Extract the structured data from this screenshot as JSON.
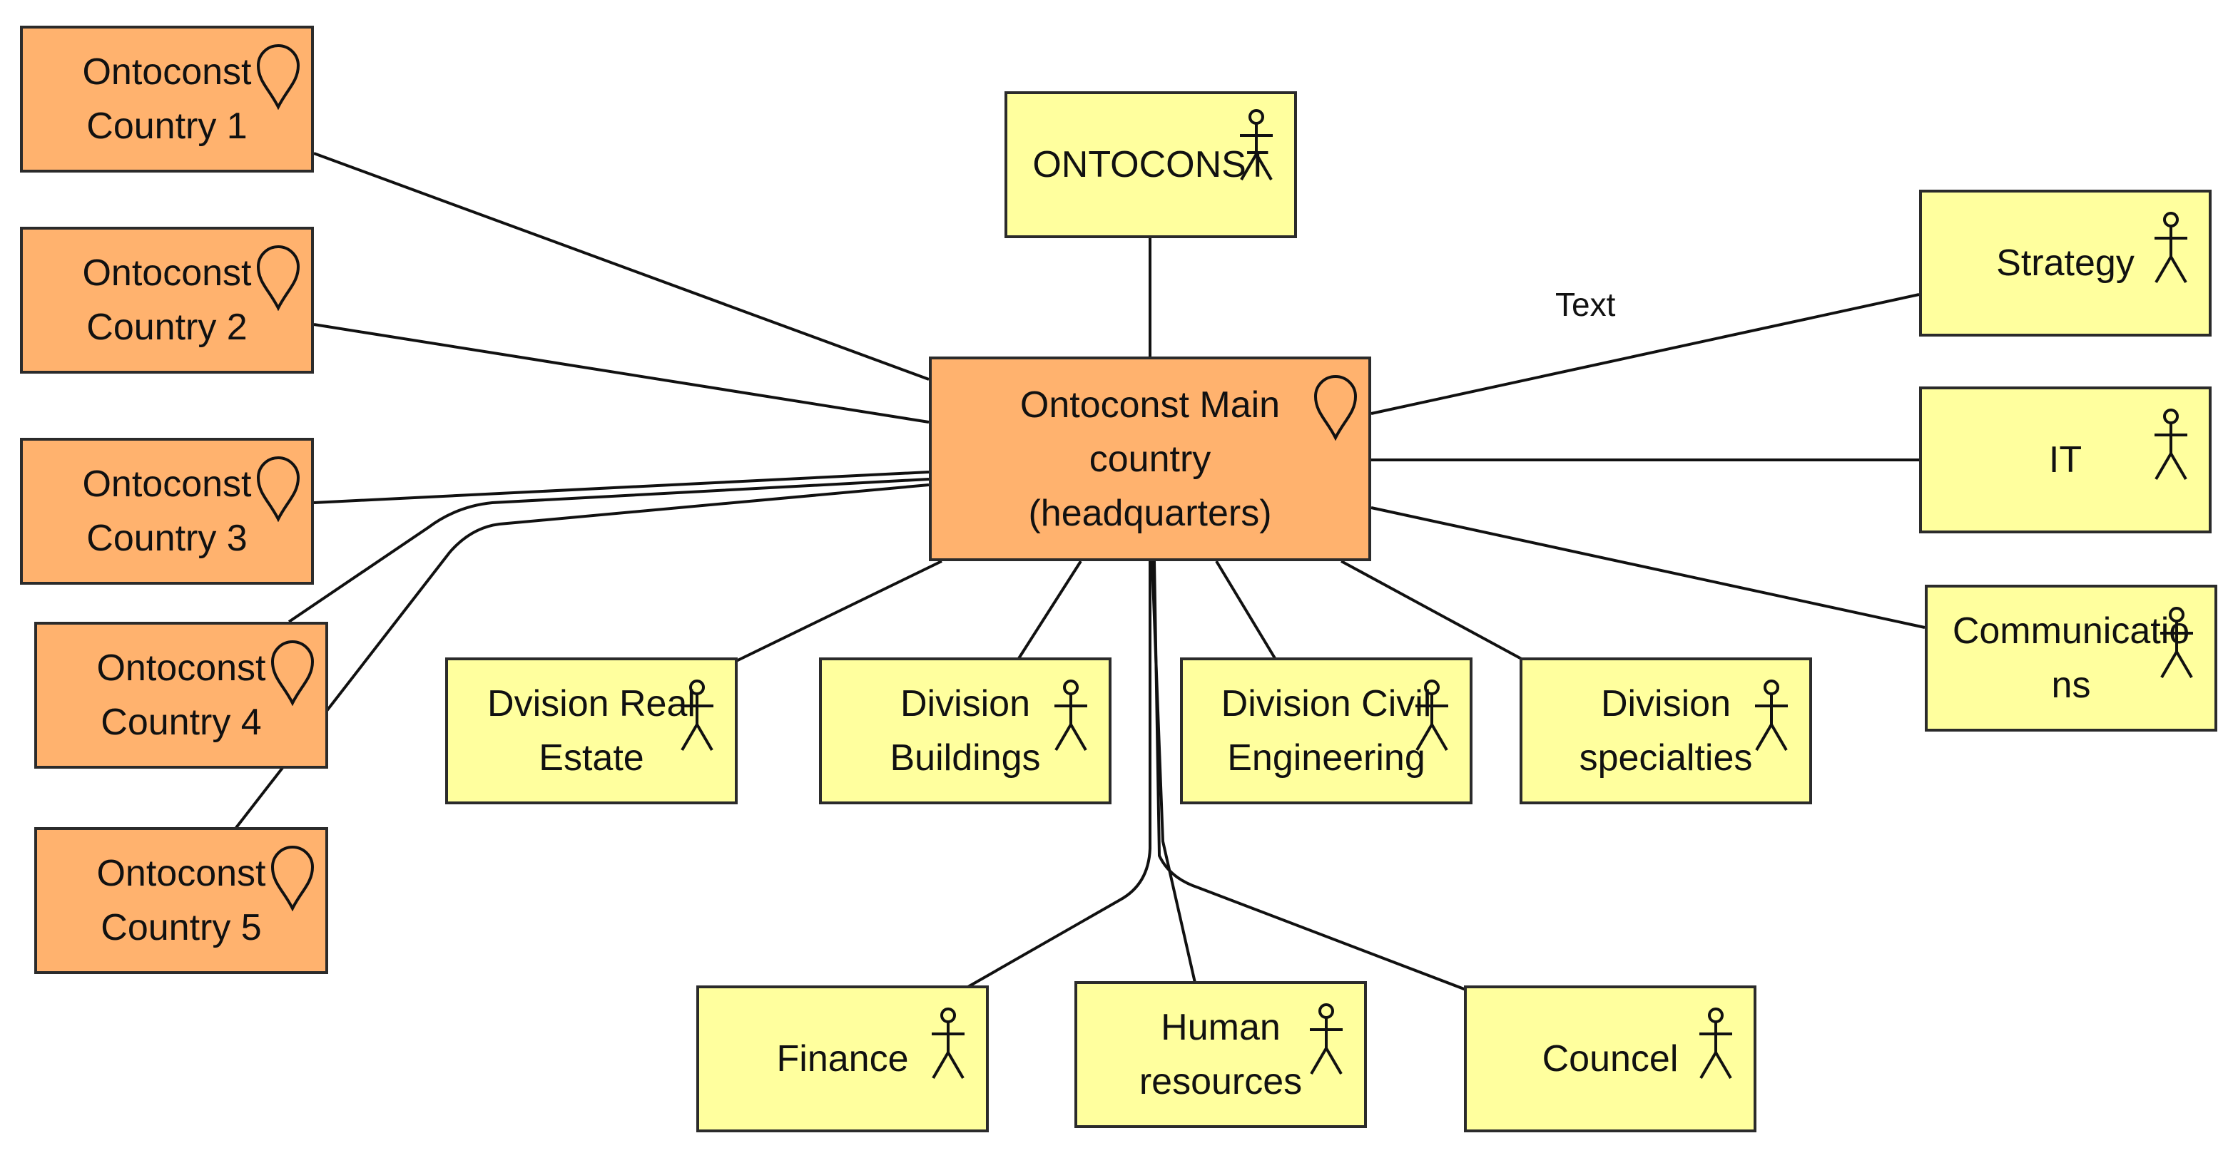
{
  "colors": {
    "location_fill": "#ffb26e",
    "actor_fill": "#ffff9e",
    "border": "#2b2b2b",
    "line": "#111111"
  },
  "icons": {
    "location": "location-pin-icon",
    "actor": "stick-figure-icon"
  },
  "nodes": {
    "country1": {
      "label": "Ontoconst\nCountry 1"
    },
    "country2": {
      "label": "Ontoconst\nCountry 2"
    },
    "country3": {
      "label": "Ontoconst\nCountry 3"
    },
    "country4": {
      "label": "Ontoconst\nCountry 4"
    },
    "country5": {
      "label": "Ontoconst\nCountry 5"
    },
    "ontoconst": {
      "label": "ONTOCONST"
    },
    "main": {
      "label": "Ontoconst  Main\ncountry\n(headquarters)"
    },
    "strategy": {
      "label": "Strategy"
    },
    "it": {
      "label": "IT"
    },
    "communications": {
      "label": "Communicatio\nns"
    },
    "div_real_estate": {
      "label": "Dvision Real\nEstate"
    },
    "div_buildings": {
      "label": "Division\nBuildings"
    },
    "div_civil": {
      "label": "Division Civil\nEngineering"
    },
    "div_specialties": {
      "label": "Division\nspecialties"
    },
    "finance": {
      "label": "Finance"
    },
    "hr": {
      "label": "Human\nresources"
    },
    "councel": {
      "label": "Councel"
    }
  },
  "edge_labels": {
    "main_strategy": "Text"
  }
}
